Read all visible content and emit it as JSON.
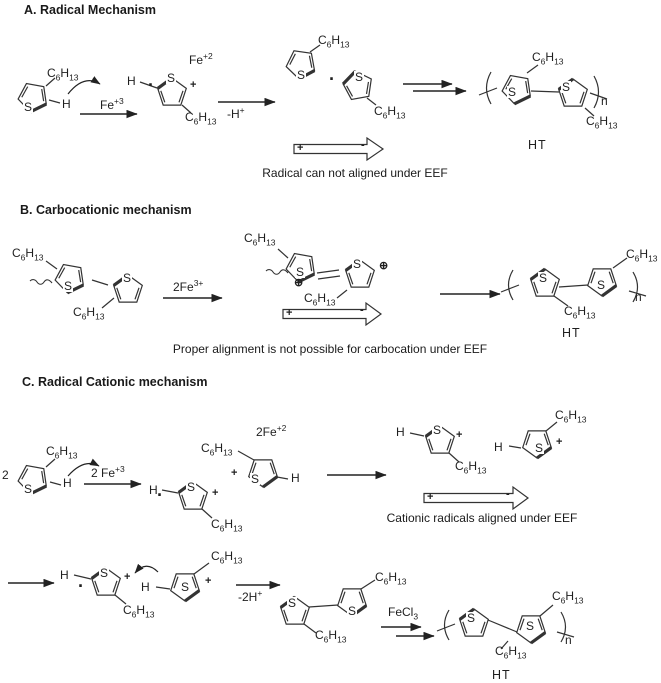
{
  "figure": {
    "background": "#ffffff",
    "ink": "#2b2b2b",
    "description_visible_text_only": true
  },
  "atoms": {
    "sulfur": "S",
    "hydrogen": "H",
    "plus": "+",
    "minus": "-",
    "circled_plus": "⊕",
    "radical_dot": "·",
    "repeat_n": "n",
    "coefficient_two": "2"
  },
  "labels": {
    "hexyl": "C_6H_13",
    "ht": "HT"
  },
  "sections": {
    "a": {
      "heading": "A. Radical Mechanism",
      "oxidant": "Fe^+3",
      "byproduct": "Fe^+2",
      "deprotonation": "-H^+",
      "caption": "Radical can not aligned under EEF"
    },
    "b": {
      "heading": "B. Carbocationic mechanism",
      "oxidant": "2Fe^3+",
      "caption": "Proper alignment is not possible for carbocation under EEF"
    },
    "c": {
      "heading": "C. Radical Cationic mechanism",
      "stoichiometry": "2",
      "oxidant": "2 Fe^+3",
      "byproduct": "2Fe^+2",
      "caption_aligned": "Cationic radicals aligned under EEF",
      "deprotonation": "-2H^+",
      "polymerization_reagent": "FeCl_3"
    }
  }
}
